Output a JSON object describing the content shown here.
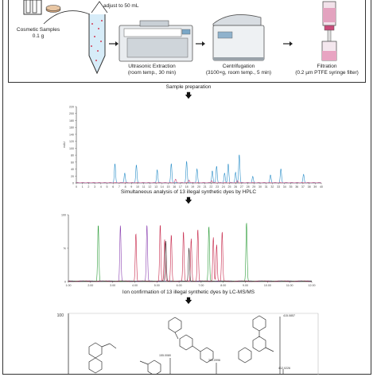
{
  "sample_prep": {
    "adjust_label": "adjust to 50 mL",
    "cosmetic_label_1": "Cosmetic Samples",
    "cosmetic_label_2": "0.1 g",
    "ultrasonic_label_1": "Ultrasonic Extraction",
    "ultrasonic_label_2": "(room temp., 30 min)",
    "centrifuge_label_1": "Centrifugation",
    "centrifuge_label_2": "(3100×g, room temp., 5 min)",
    "filtration_label_1": "Filtration",
    "filtration_label_2": "(0.2 µm PTFE syringe filter)"
  },
  "captions": {
    "step1": "Sample preparation",
    "step2": "Simultaneous analysis of 13 illegal synthetic dyes by HPLC",
    "step3": "Ion confirmation of 13 illegal synthetic dyes by LC-MS/MS"
  },
  "arrow_glyph": "🡇",
  "chart_data": [
    {
      "type": "line",
      "x_ticks": [
        "0",
        "1",
        "2",
        "3",
        "4",
        "5",
        "6",
        "7",
        "8",
        "9",
        "10",
        "11",
        "12",
        "13",
        "14",
        "15",
        "16",
        "17",
        "18",
        "19",
        "20",
        "21",
        "22",
        "23",
        "24",
        "25",
        "26",
        "27",
        "28",
        "29",
        "30",
        "31",
        "32",
        "33",
        "34",
        "35",
        "36",
        "37",
        "38",
        "39",
        "40"
      ],
      "y_ticks": [
        "0",
        "20",
        "40",
        "60",
        "80",
        "100",
        "120",
        "140",
        "160",
        "180",
        "200",
        "220"
      ],
      "ylabel": "mAU",
      "xlim": [
        0,
        40
      ],
      "ylim": [
        0,
        220
      ],
      "series": [
        {
          "color": "#2b8fc9",
          "peaks": [
            [
              6.3,
              55
            ],
            [
              7.9,
              28
            ],
            [
              9.8,
              52
            ],
            [
              13.2,
              38
            ],
            [
              15.5,
              55
            ],
            [
              18.0,
              62
            ],
            [
              19.7,
              40
            ],
            [
              22.2,
              35
            ],
            [
              22.9,
              48
            ],
            [
              24.2,
              28
            ],
            [
              24.8,
              55
            ],
            [
              26.0,
              30
            ],
            [
              26.6,
              82
            ],
            [
              28.8,
              18
            ],
            [
              31.7,
              22
            ],
            [
              33.4,
              40
            ],
            [
              37.1,
              24
            ]
          ]
        },
        {
          "color": "#d04a7a",
          "peaks": [
            [
              16.2,
              10
            ],
            [
              18.4,
              8
            ],
            [
              22.1,
              6
            ],
            [
              26.3,
              6
            ]
          ]
        }
      ]
    },
    {
      "type": "line",
      "x_ticks": [
        "1.00",
        "2.00",
        "3.00",
        "4.00",
        "5.00",
        "6.00",
        "7.00",
        "8.00",
        "9.00",
        "10.00",
        "11.00",
        "12.00"
      ],
      "y_ticks": [
        "0",
        "%",
        "100"
      ],
      "xlim": [
        1,
        12
      ],
      "ylim": [
        0,
        100
      ],
      "series": [
        {
          "color": "#2e9d3a",
          "peaks": [
            [
              2.35,
              85
            ],
            [
              7.35,
              82
            ],
            [
              9.05,
              88
            ]
          ]
        },
        {
          "color": "#8a3fb0",
          "peaks": [
            [
              3.35,
              84
            ],
            [
              4.55,
              84
            ]
          ]
        },
        {
          "color": "#c7274a",
          "peaks": [
            [
              4.05,
              72
            ],
            [
              5.15,
              85
            ],
            [
              5.35,
              62
            ],
            [
              5.65,
              70
            ],
            [
              6.2,
              74
            ],
            [
              6.55,
              64
            ],
            [
              6.85,
              78
            ],
            [
              7.55,
              66
            ],
            [
              7.7,
              55
            ],
            [
              7.95,
              74
            ]
          ]
        },
        {
          "color": "#3a2a2a",
          "peaks": [
            [
              5.4,
              60
            ],
            [
              6.45,
              50
            ]
          ]
        }
      ]
    }
  ],
  "mass_spec": {
    "y_tick": "100",
    "peak_labels": [
      "155.0080",
      "380.0996",
      "415.0857",
      "412.0226"
    ]
  }
}
